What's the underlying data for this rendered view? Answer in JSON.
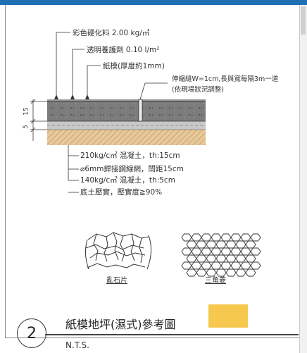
{
  "labels": {
    "coating": "彩色硬化料 2.00 kg/㎡",
    "sealer": "透明養護劑 0.10 l/m²",
    "paper": "紙模(厚度約1mm)",
    "joint_line1": "伸縮縫W=1cm,長與寬每隔3m一道",
    "joint_line2": "(依現場狀況調整)",
    "concrete_top": "210kg/c㎡ 混凝土，th:15cm",
    "mesh": "⌀6mm銲接鋼線網，間距15cm",
    "concrete_base": "140kg/c㎡ 混凝土，th:5cm",
    "subgrade": "底土壓實，壓實度≧90%"
  },
  "dimensions": {
    "upper": "15",
    "lower": "5"
  },
  "patterns": [
    {
      "name": "亂石片"
    },
    {
      "name": "三角菱"
    }
  ],
  "title_block": {
    "number": "2",
    "title": "紙模地坪(濕式)參考圖",
    "scale": "N.T.S.",
    "swatch_color": "#f6c94e"
  }
}
